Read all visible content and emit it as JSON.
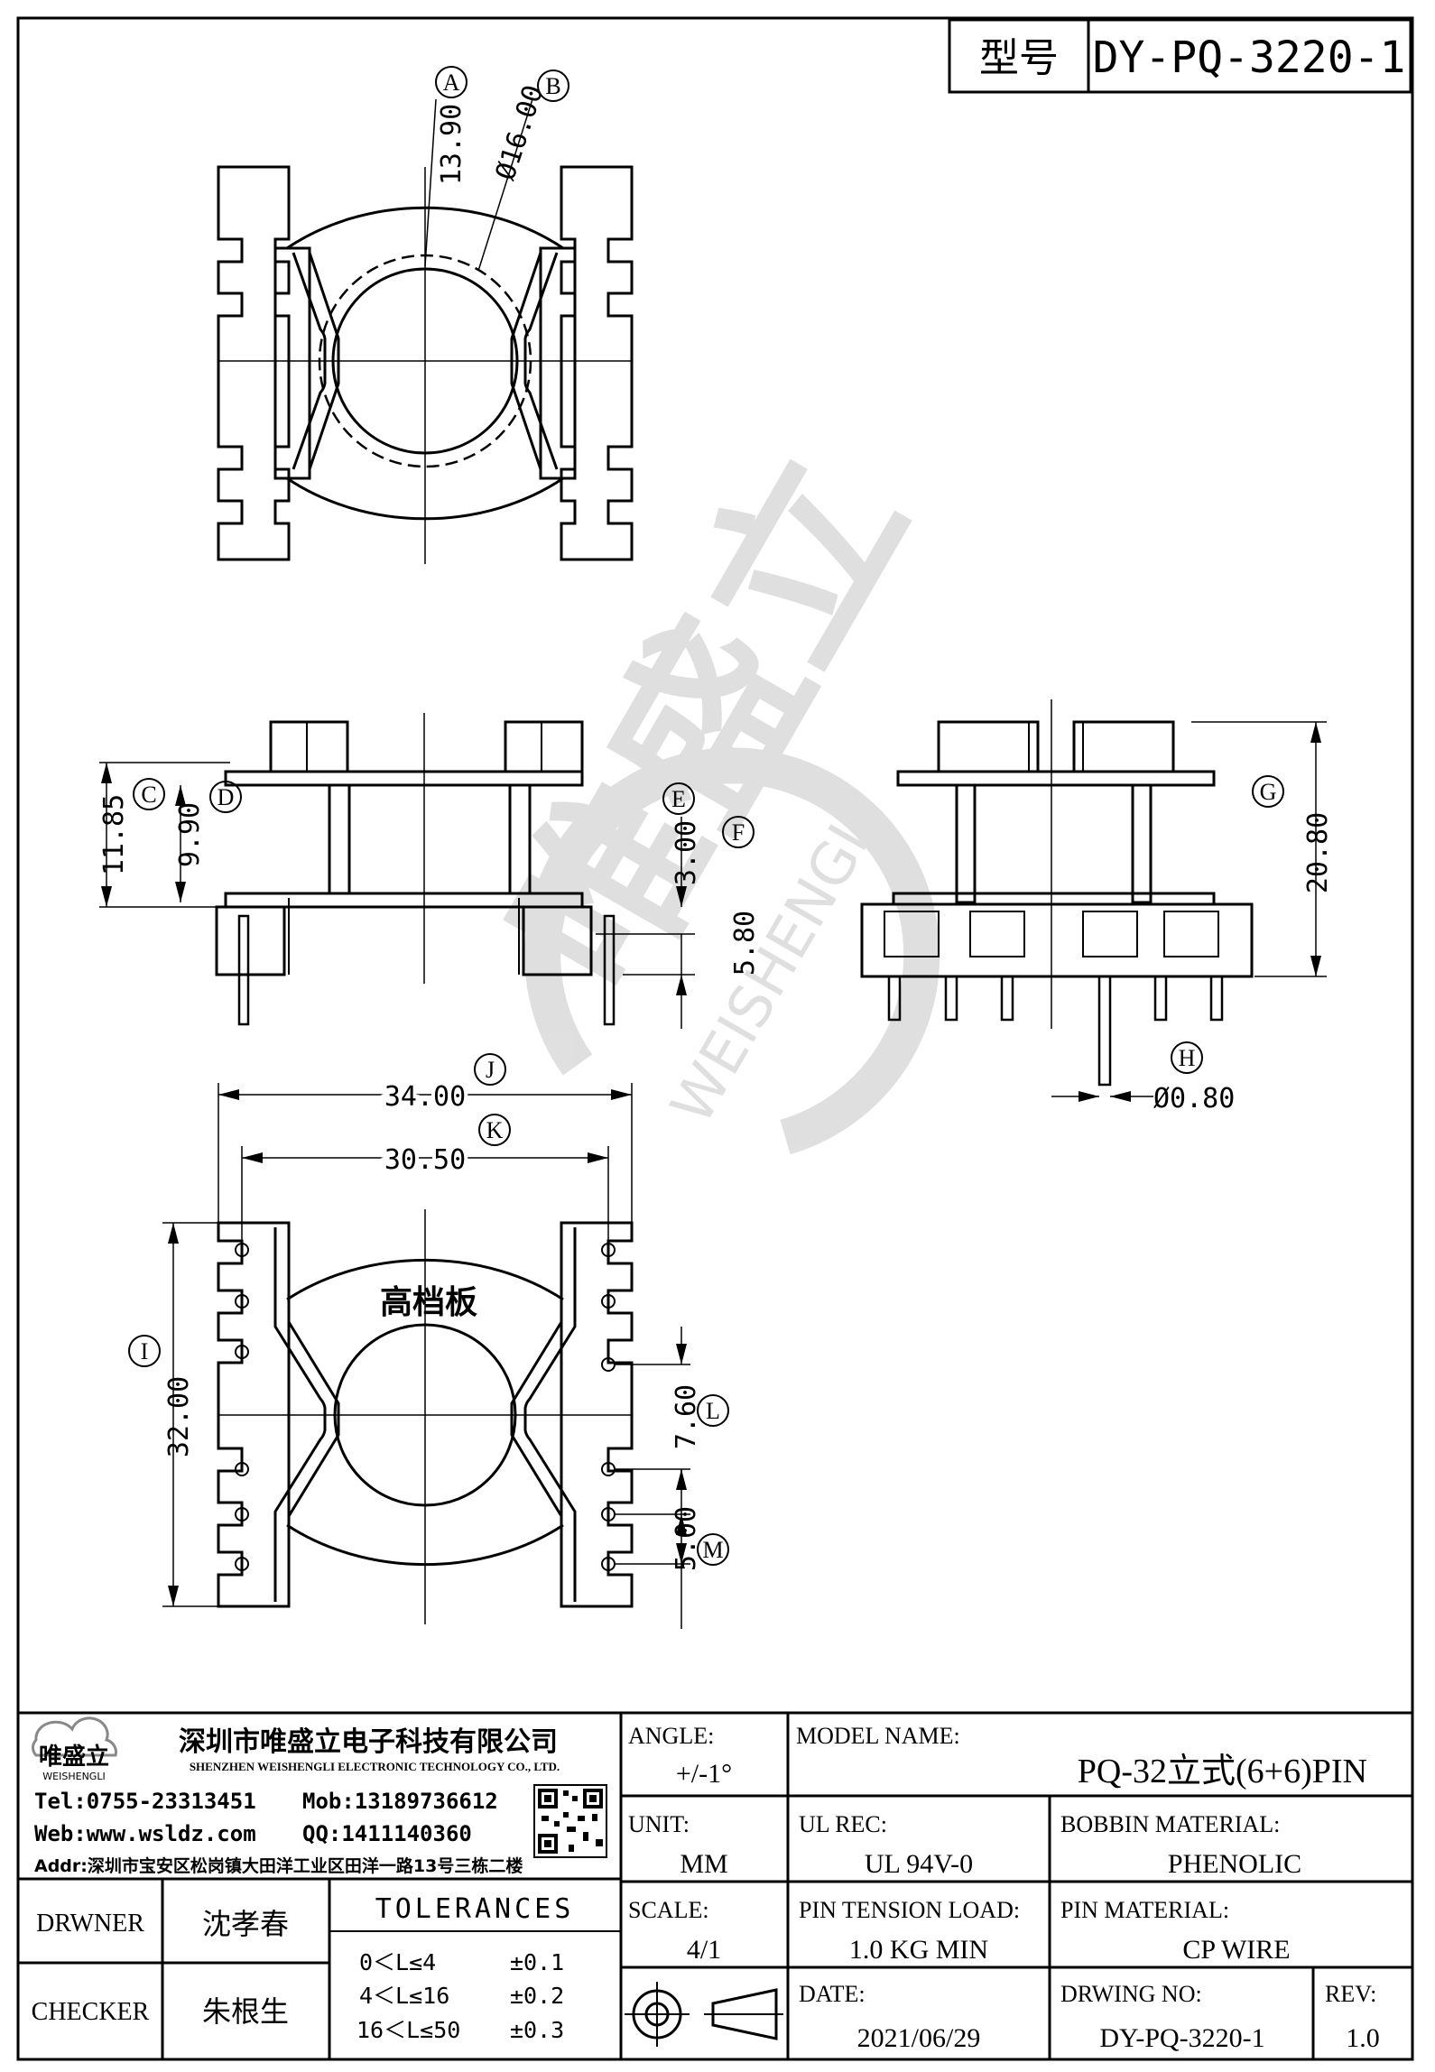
{
  "header": {
    "model_label": "型号",
    "model_value": "DY-PQ-3220-1"
  },
  "dimensions": {
    "top_view": {
      "A_value": "13.90",
      "B_value": "Ø16.00"
    },
    "side_view": {
      "C_value": "11.85",
      "D_value": "9.90",
      "E_value": "3.00",
      "F_value": "5.80"
    },
    "front_view": {
      "G_value": "20.80",
      "H_value": "Ø0.80"
    },
    "bottom_view": {
      "J_value": "34.00",
      "K_value": "30.50",
      "I_value": "32.00",
      "L_value": "7.60",
      "M_value": "5.00",
      "label": "高档板"
    }
  },
  "callouts": [
    "A",
    "B",
    "C",
    "D",
    "E",
    "F",
    "G",
    "H",
    "I",
    "J",
    "K",
    "L",
    "M"
  ],
  "watermark": {
    "brand": "唯盛立",
    "latin": "WEISHENGLI"
  },
  "company": {
    "logo_cn": "唯盛立",
    "logo_en": "WEISHENGLI",
    "name_cn": "深圳市唯盛立电子科技有限公司",
    "name_en": "SHENZHEN WEISHENGLI ELECTRONIC TECHNOLOGY CO., LTD.",
    "tel": "Tel:0755-23313451",
    "mob": "Mob:13189736612",
    "web": "Web:www.wsldz.com",
    "qq": "QQ:1411140360",
    "addr": "Addr:深圳市宝安区松岗镇大田洋工业区田洋一路13号三栋二楼"
  },
  "title_block": {
    "angle_label": "ANGLE:",
    "angle_value": "+/-1°",
    "model_name_label": "MODEL NAME:",
    "model_name_value": "PQ-32立式(6+6)PIN",
    "unit_label": "UNIT:",
    "unit_value": "MM",
    "ul_rec_label": "UL REC:",
    "ul_rec_value": "UL 94V-0",
    "bobbin_material_label": "BOBBIN MATERIAL:",
    "bobbin_material_value": "PHENOLIC",
    "drawer_label": "DRWNER",
    "drawer_value": "沈孝春",
    "checker_label": "CHECKER",
    "checker_value": "朱根生",
    "tolerances_label": "TOLERANCES",
    "tolerances": [
      {
        "range": "0＜L≤4",
        "value": "±0.1"
      },
      {
        "range": "4＜L≤16",
        "value": "±0.2"
      },
      {
        "range": "16＜L≤50",
        "value": "±0.3"
      }
    ],
    "scale_label": "SCALE:",
    "scale_value": "4/1",
    "pin_tension_label": "PIN TENSION LOAD:",
    "pin_tension_value": "1.0 KG MIN",
    "pin_material_label": "PIN MATERIAL:",
    "pin_material_value": "CP WIRE",
    "date_label": "DATE:",
    "date_value": "2021/06/29",
    "drawing_no_label": "DRWING NO:",
    "drawing_no_value": "DY-PQ-3220-1",
    "rev_label": "REV:",
    "rev_value": "1.0"
  }
}
